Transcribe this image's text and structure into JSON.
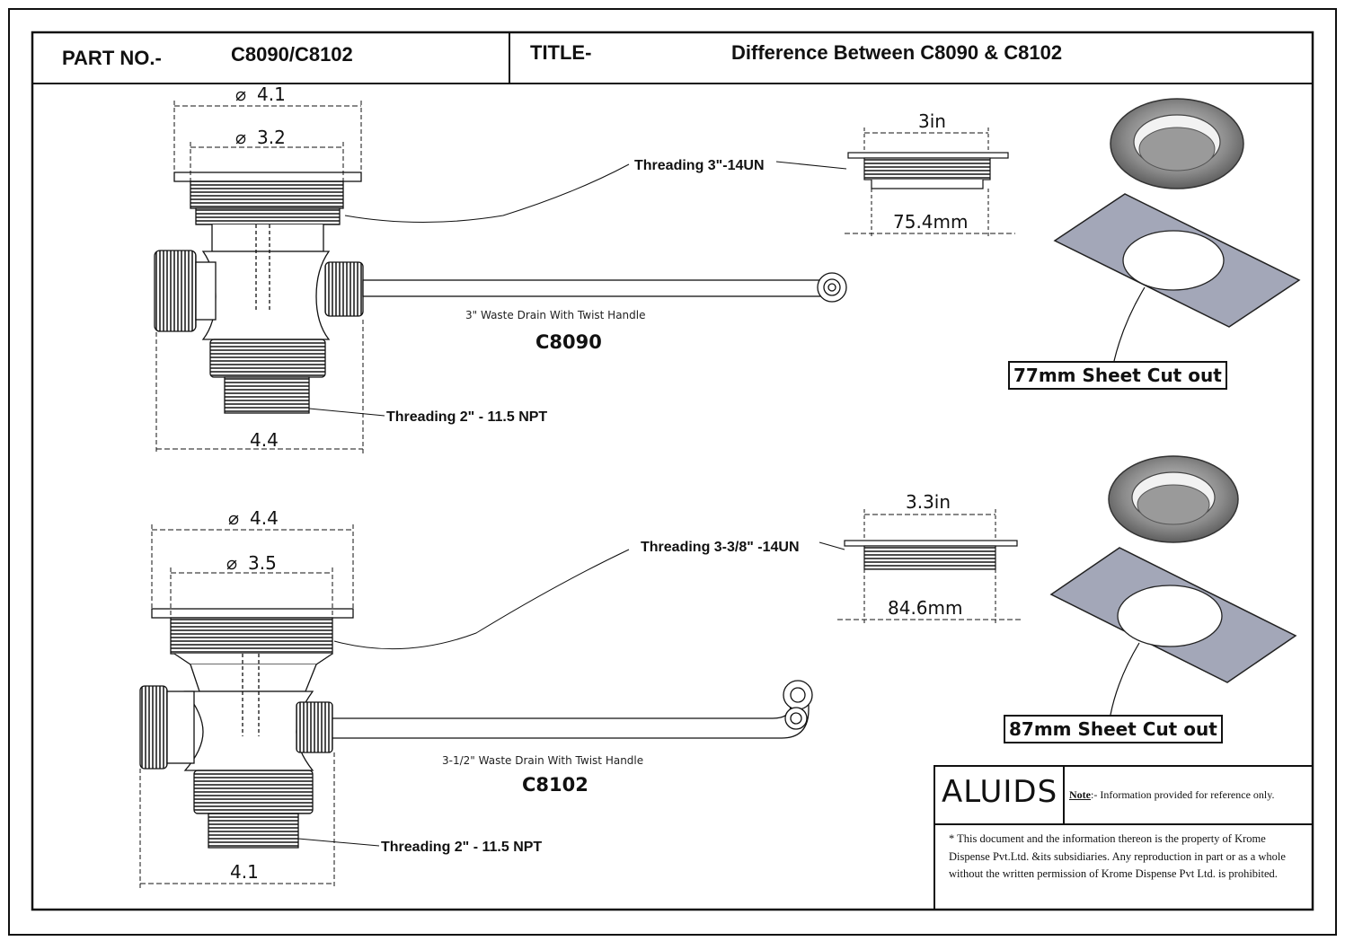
{
  "header": {
    "part_label": "PART NO.-",
    "part_value": "C8090/C8102",
    "title_label": "TITLE-",
    "title_value": "Difference Between C8090 & C8102"
  },
  "c8090": {
    "dia_outer": "4.1",
    "dia_inner": "3.2",
    "width_bottom": "4.4",
    "caption": "3\" Waste Drain With Twist Handle",
    "name": "C8090",
    "thread_top": "Threading 3\"-14UN",
    "thread_bottom": "Threading 2\" - 11.5 NPT",
    "flange_width": "3in",
    "flange_dia": "75.4mm",
    "cutout": "77mm Sheet Cut out"
  },
  "c8102": {
    "dia_outer": "4.4",
    "dia_inner": "3.5",
    "width_bottom": "4.1",
    "caption": "3-1/2\" Waste Drain With Twist Handle",
    "name": "C8102",
    "thread_top": "Threading 3-3/8\" -14UN",
    "thread_bottom": "Threading 2\" - 11.5 NPT",
    "flange_width": "3.3in",
    "flange_dia": "84.6mm",
    "cutout": "87mm Sheet Cut out"
  },
  "footer": {
    "logo": "ALUIDS",
    "note_label": "Note",
    "note_text": ":- Information provided for reference only.",
    "disclaimer": "* This document and the information thereon is the property of Krome Dispense Pvt.Ltd. &its subsidiaries. Any reproduction in part or as a whole without the written permission of Krome Dispense Pvt Ltd. is prohibited."
  },
  "colors": {
    "line": "#111111",
    "sheet": "#a3a7b8",
    "ring": "#7c7c7c"
  }
}
